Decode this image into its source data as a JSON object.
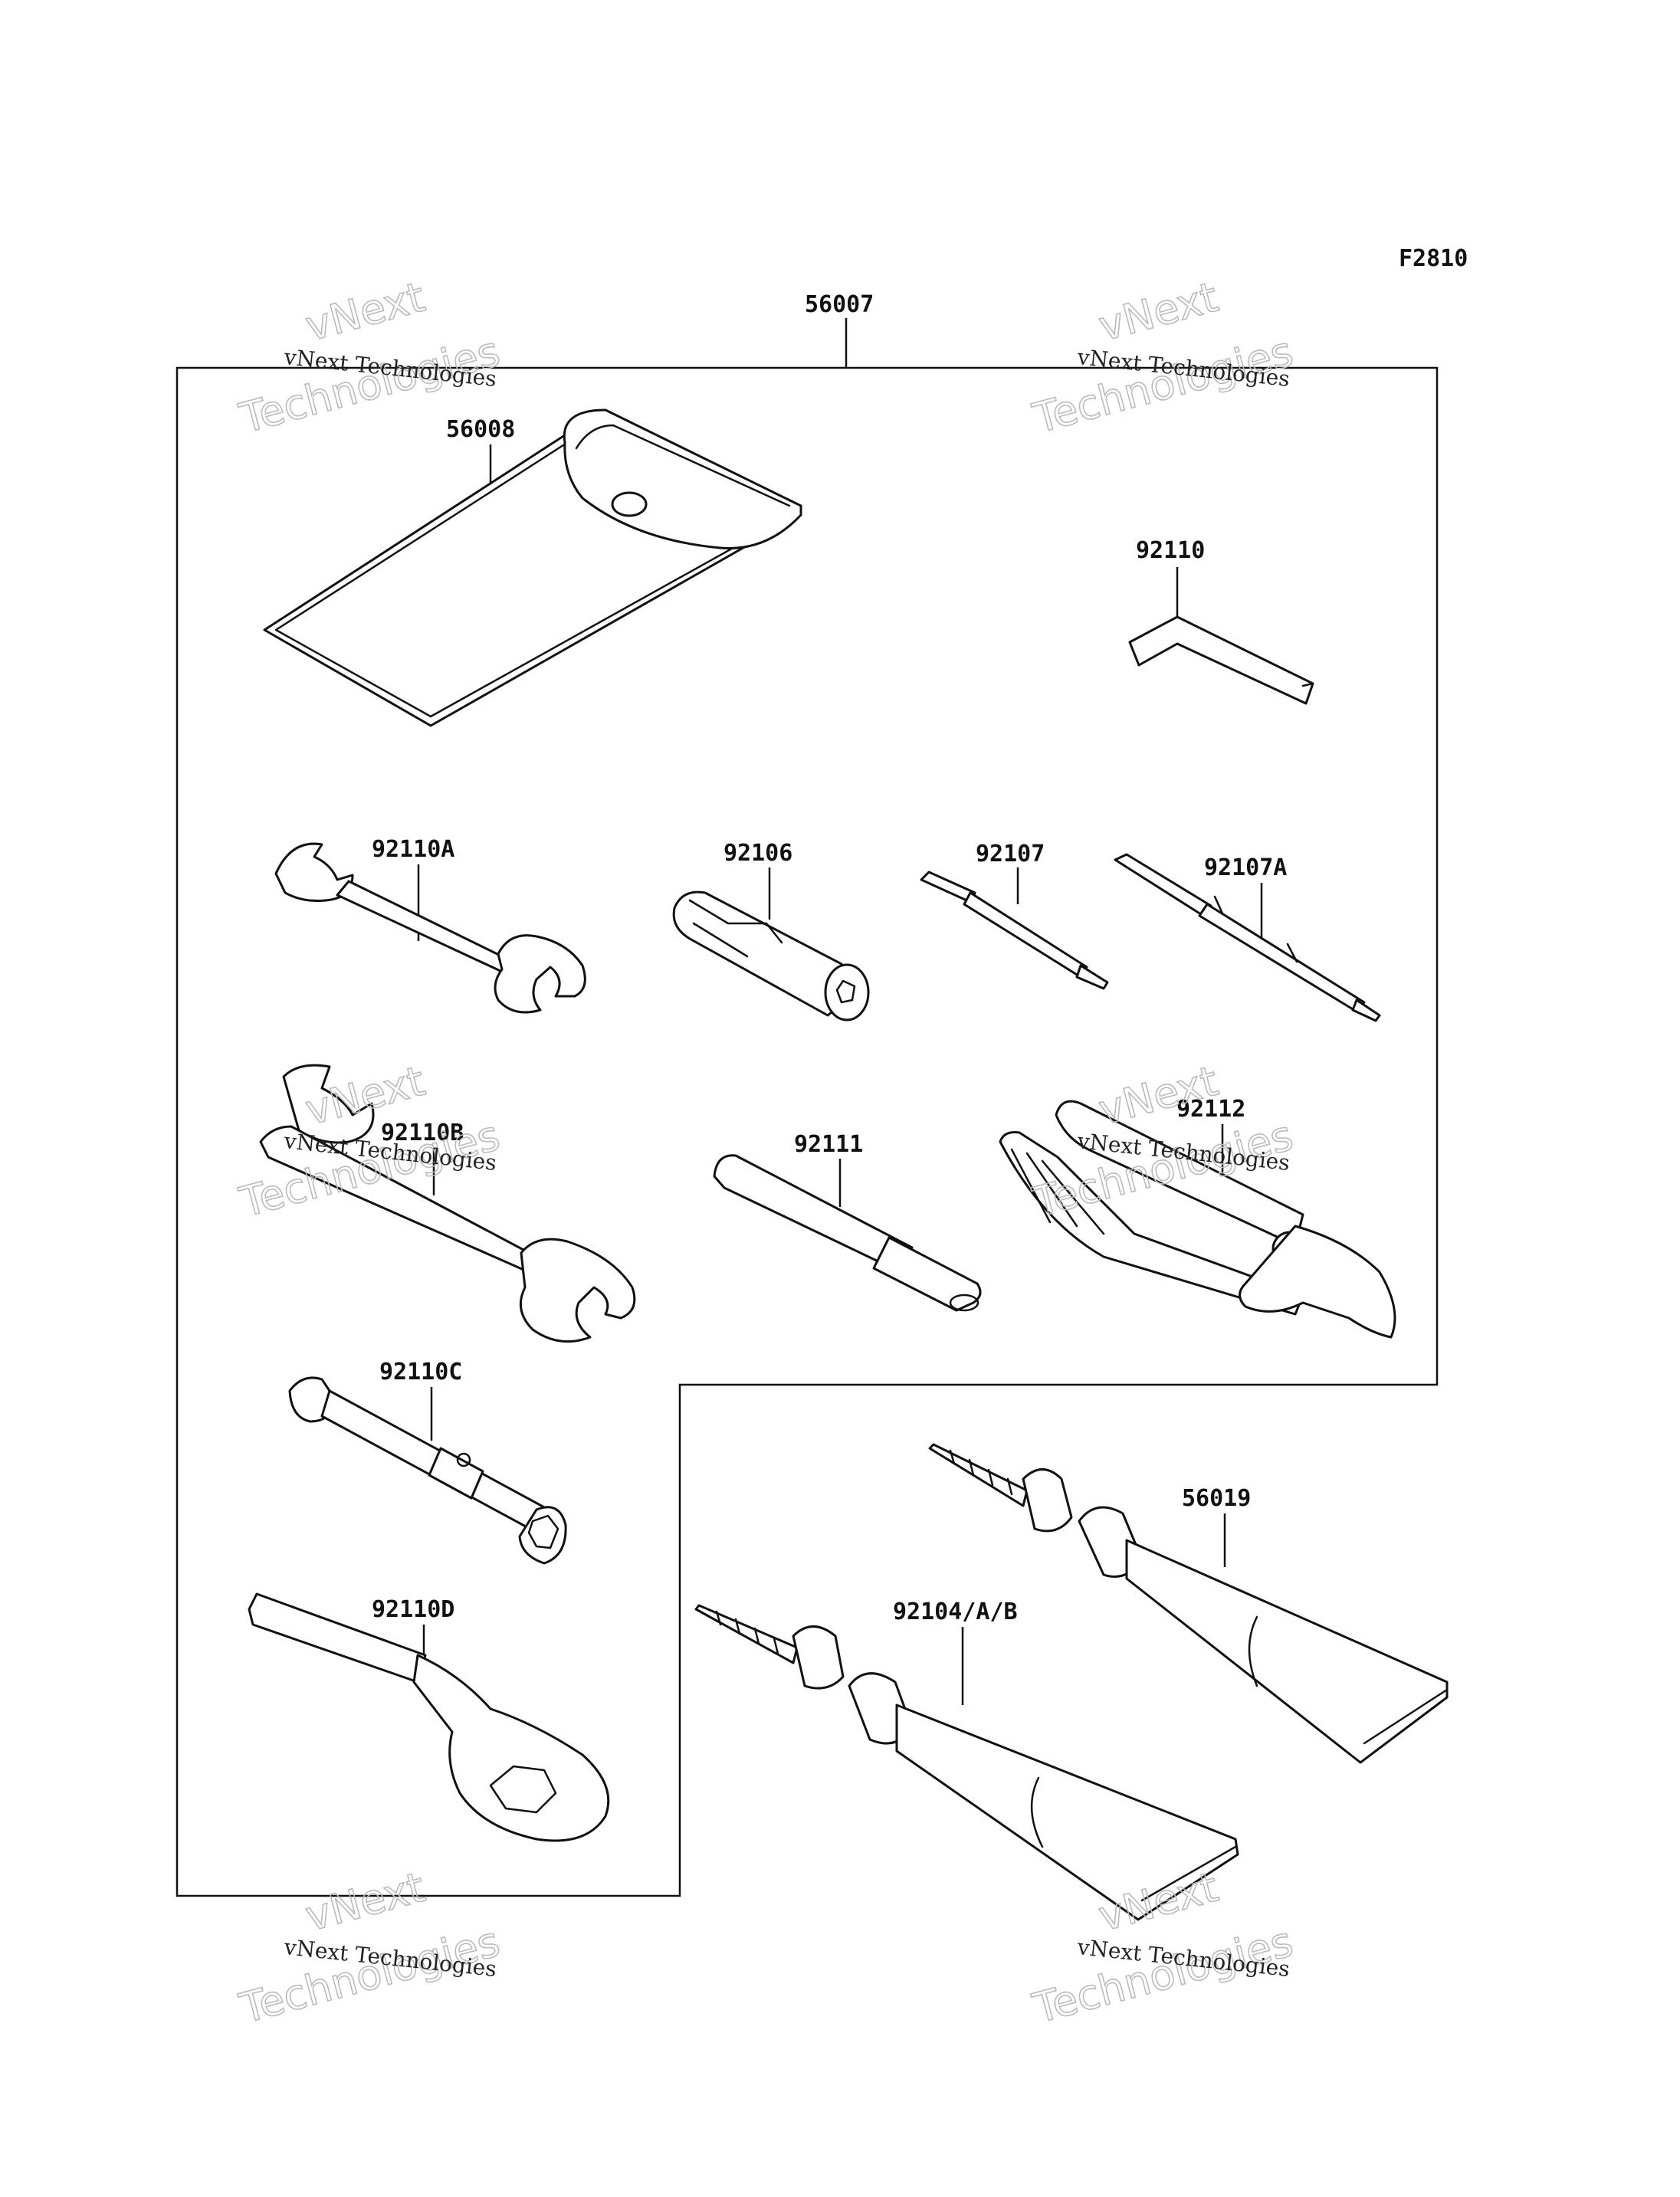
{
  "figure_code": "F2810",
  "parts": {
    "kit": "56007",
    "pouch": "56008",
    "hex_key": "92110",
    "wrench_a": "92110A",
    "handle": "92106",
    "screwdriver": "92107",
    "screwdriver_a": "92107A",
    "wrench_b": "92110B",
    "bar": "92111",
    "pliers": "92112",
    "box_wrench_c": "92110C",
    "ring_wrench_d": "92110D",
    "tube_grease": "56019",
    "tube_bond": "92104/A/B"
  },
  "watermark": {
    "small": "vNext Technologies",
    "big_line1": "vNext",
    "big_line2": "Technologies"
  }
}
